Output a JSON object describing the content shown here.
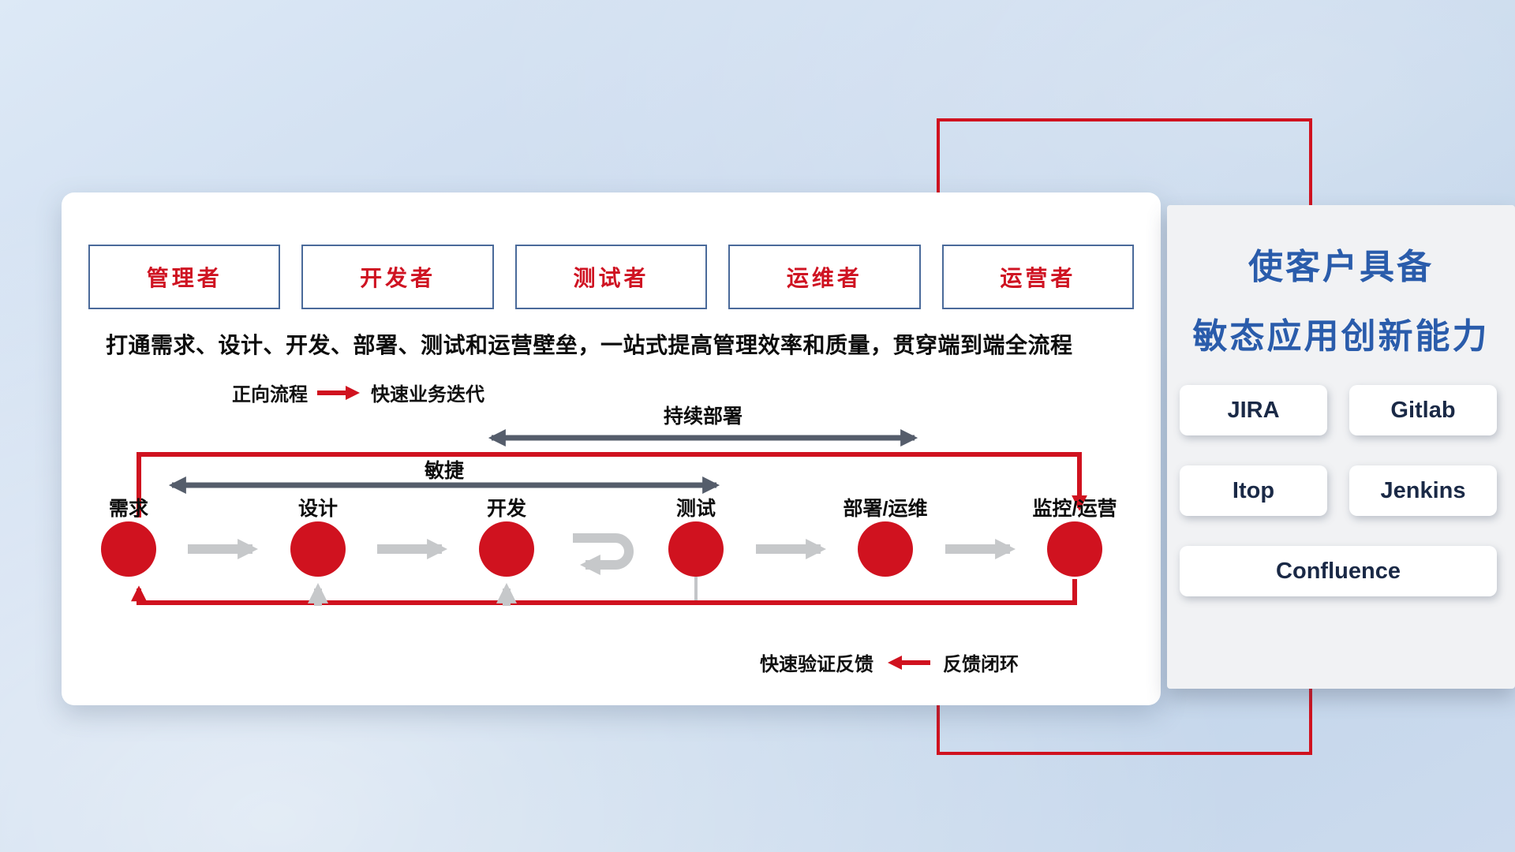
{
  "colors": {
    "accent_red": "#d0121f",
    "title_blue": "#2a5cab",
    "role_border_blue": "#4a6a9a",
    "dark_arrow": "#555d6b",
    "light_arrow": "#c6c8ca",
    "panel_white": "#ffffff",
    "side_panel_gray": "#f1f2f4"
  },
  "main_panel": {
    "roles": [
      {
        "label": "管理者"
      },
      {
        "label": "开发者"
      },
      {
        "label": "测试者"
      },
      {
        "label": "运维者"
      },
      {
        "label": "运营者"
      }
    ],
    "description": "打通需求、设计、开发、部署、测试和运营壁垒，一站式提高管理效率和质量，贯穿端到端全流程",
    "forward_legend": {
      "label": "正向流程",
      "value": "快速业务迭代"
    },
    "continuous_deploy_label": "持续部署",
    "agile_label": "敏捷",
    "nodes": [
      {
        "label": "需求"
      },
      {
        "label": "设计"
      },
      {
        "label": "开发"
      },
      {
        "label": "测试"
      },
      {
        "label": "部署/运维"
      },
      {
        "label": "监控/运营"
      }
    ],
    "feedback_legend": {
      "label": "快速验证反馈",
      "value": "反馈闭环"
    }
  },
  "side_panel": {
    "title_line1": "使客户具备",
    "title_line2": "敏态应用创新能力",
    "tools": [
      {
        "label": "JIRA"
      },
      {
        "label": "Gitlab"
      },
      {
        "label": "Itop"
      },
      {
        "label": "Jenkins"
      },
      {
        "label": "Confluence"
      }
    ]
  }
}
